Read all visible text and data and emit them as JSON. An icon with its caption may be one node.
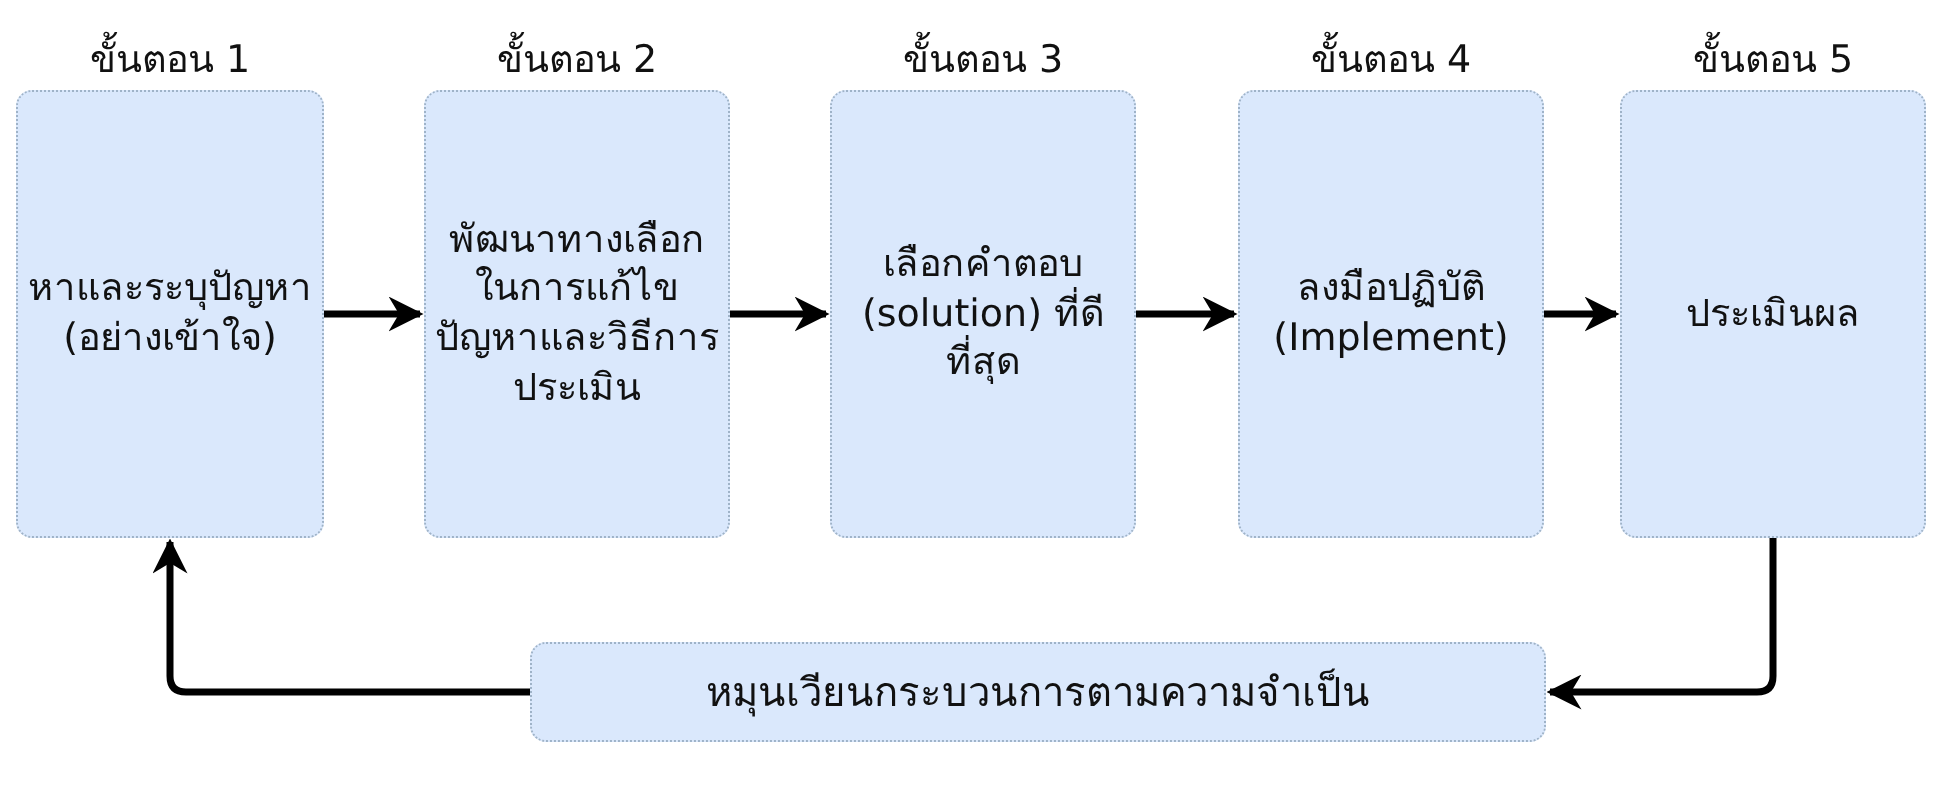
{
  "diagram": {
    "nodes": [
      {
        "text": [
          "ขั้นตอน 1",
          "หาและระบุปัญหา (อย่างเข้าใจ)"
        ]
      },
      {
        "text": [
          "ขั้นตอน 2",
          "พัฒนาทางเลือกในการแก้ไขปัญหาและวิธีการประเมิน"
        ]
      },
      {
        "text": [
          "ขั้นตอน 3",
          "เลือกคำตอบ (solution) ที่ดีที่สุด"
        ]
      },
      {
        "text": [
          "ขั้นตอน 4",
          "ลงมือปฏิบัติ (Implement)"
        ]
      },
      {
        "text": [
          "ขั้นตอน 5",
          "ประเมินผล"
        ]
      },
      {
        "text": [
          "หมุนเวียนกระบวนการตามความจำเป็น"
        ]
      }
    ],
    "edges": [
      {
        "from": 0,
        "to": 1,
        "arrow": "to"
      },
      {
        "from": 1,
        "to": 2,
        "arrow": "to"
      },
      {
        "from": 2,
        "to": 3,
        "arrow": "to"
      },
      {
        "from": 3,
        "to": 4,
        "arrow": "to"
      },
      {
        "from": 4,
        "to": 5,
        "arrow": "to"
      },
      {
        "from": 5,
        "to": 0,
        "arrow": "to"
      }
    ]
  }
}
